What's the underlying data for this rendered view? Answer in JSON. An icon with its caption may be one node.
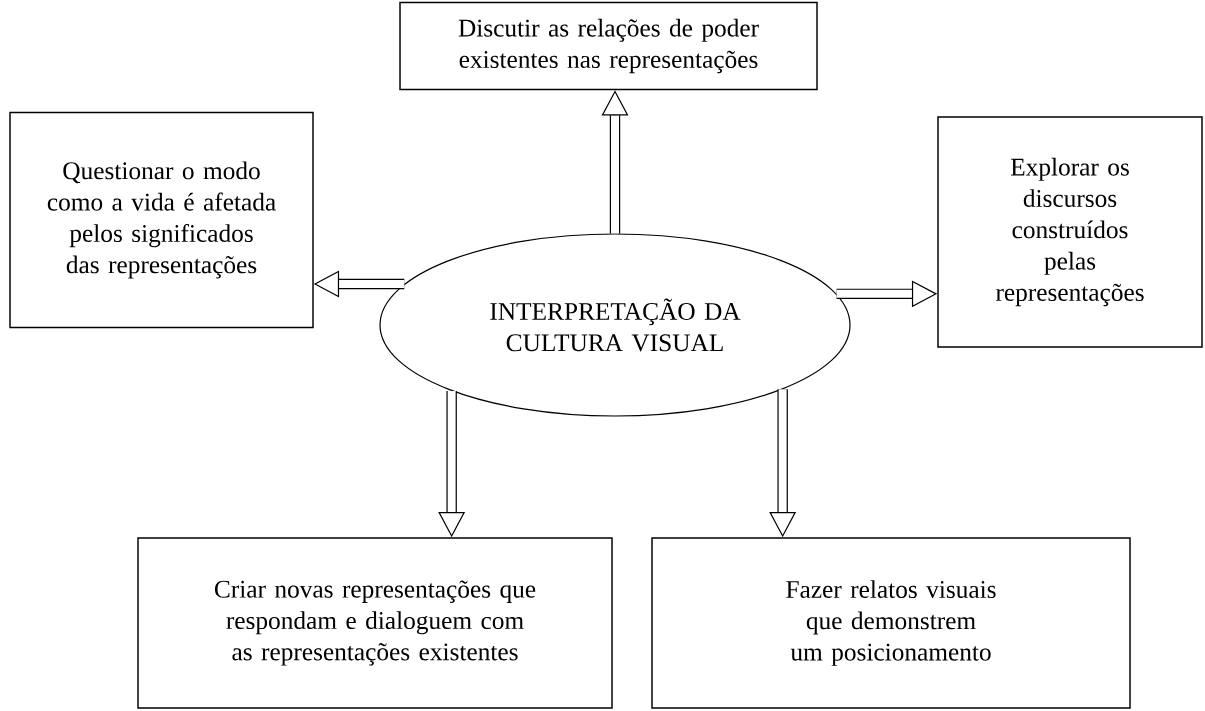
{
  "diagram": {
    "nodes": [
      {
        "text": [
          "Discutir as relações de poder existentes nas representações"
        ]
      },
      {
        "text": [
          "Questionar o modo como a vida é afetada pelos significados das representações"
        ]
      },
      {
        "text": [
          "Explorar os discursos construídos pelas representações"
        ]
      },
      {
        "text": [
          "INTERPRETAÇÃO DA CULTURA VISUAL"
        ]
      },
      {
        "text": [
          "Criar novas representações que respondam e dialoguem com as representações existentes"
        ]
      },
      {
        "text": [
          "Fazer relatos visuais que demonstrem um posicionamento"
        ]
      }
    ],
    "edges": [
      {
        "from": 3,
        "to": 0,
        "arrow": "to"
      },
      {
        "from": 3,
        "to": 1,
        "arrow": "to"
      },
      {
        "from": 3,
        "to": 2,
        "arrow": "to"
      },
      {
        "from": 3,
        "to": 4,
        "arrow": "to"
      },
      {
        "from": 3,
        "to": 5,
        "arrow": "to"
      }
    ]
  }
}
